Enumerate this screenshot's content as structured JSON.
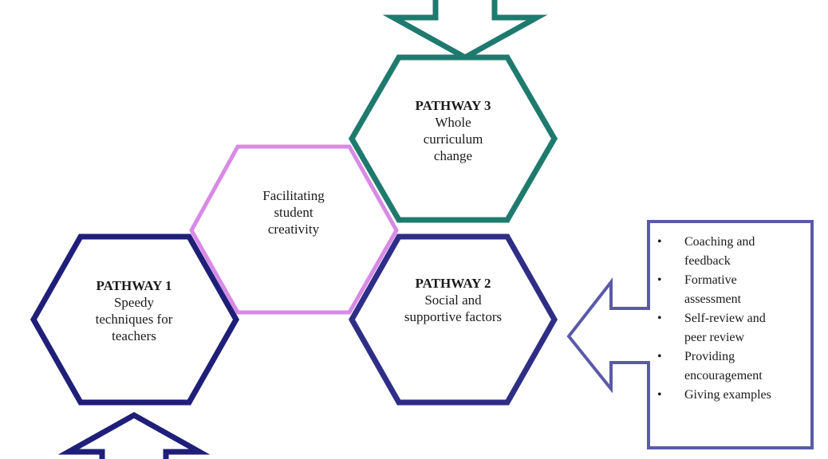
{
  "pathway1": {
    "title": "PATHWAY 1",
    "line1": "Speedy",
    "line2": "techniques for",
    "line3": "teachers",
    "color": "#1f1f7a"
  },
  "pathway2": {
    "title": "PATHWAY 2",
    "line1": "Social and",
    "line2": "supportive factors",
    "color": "#2e2e86"
  },
  "pathway3": {
    "title": "PATHWAY 3",
    "line1": "Whole",
    "line2": "curriculum",
    "line3": "change",
    "color": "#1f7a6e"
  },
  "center": {
    "line1": "Facilitating",
    "line2": "student",
    "line3": "creativity",
    "color": "#d88ae6"
  },
  "box": {
    "color": "#5a5aa8",
    "items": [
      {
        "line1": "Coaching and",
        "line2": "feedback"
      },
      {
        "line1": "Formative",
        "line2": "assessment"
      },
      {
        "line1": "Self-review and",
        "line2": "peer review"
      },
      {
        "line1": "Providing",
        "line2": "encouragement"
      },
      {
        "line1": "Giving examples",
        "line2": ""
      }
    ],
    "bullet": "•"
  }
}
